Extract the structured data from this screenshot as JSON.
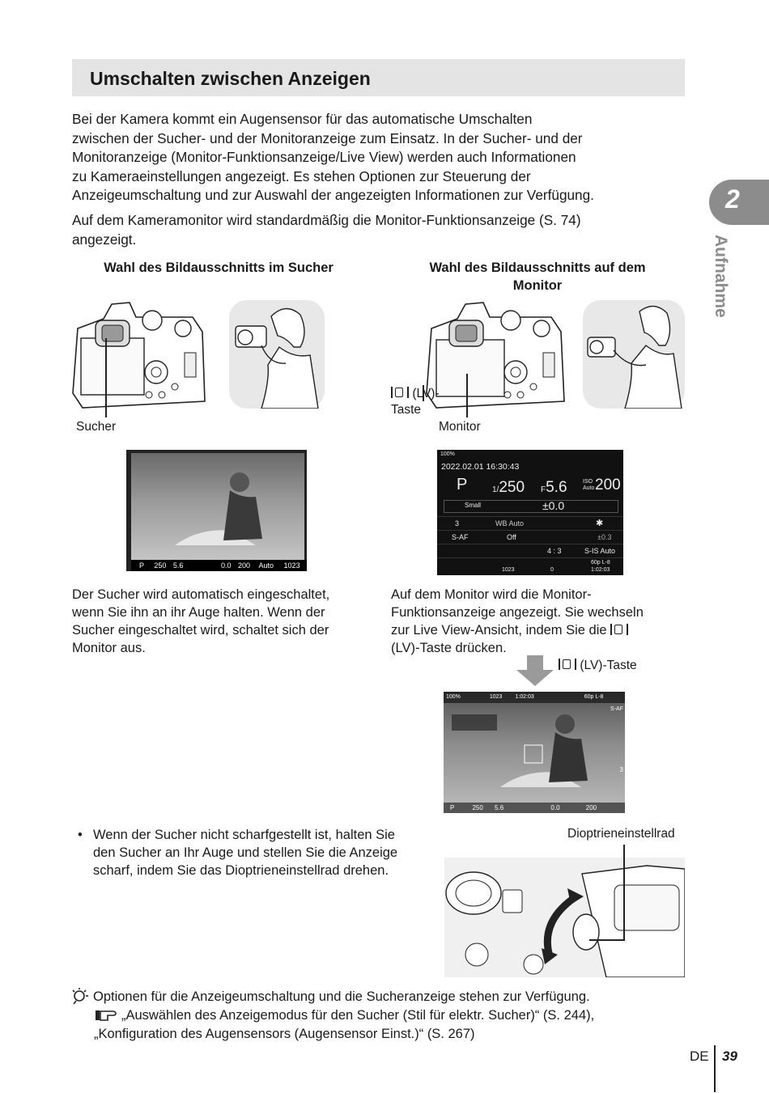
{
  "header": {
    "title": "Umschalten zwischen Anzeigen"
  },
  "intro": {
    "p1": [
      "Bei der Kamera kommt ein Augensensor für das automatische Umschalten",
      "zwischen der Sucher- und der Monitoranzeige zum Einsatz. In der Sucher- und der",
      "Monitoranzeige (Monitor-Funktionsanzeige/Live View) werden auch Informationen",
      "zu Kameraeinstellungen angezeigt. Es stehen Optionen zur Steuerung der",
      "Anzeigeumschaltung und zur Auswahl der angezeigten Informationen zur Verfügung."
    ],
    "p2": [
      "Auf dem Kameramonitor wird standardmäßig die Monitor-Funktionsanzeige (S. 74)",
      "angezeigt."
    ]
  },
  "left": {
    "heading": "Wahl des Bildausschnitts im Sucher",
    "label": "Sucher",
    "evf_bar": {
      "mode": "P",
      "shutter": "250",
      "aperture": "5.6",
      "ev": "0.0",
      "iso": "200",
      "iso_mode": "Auto",
      "shots": "1023"
    },
    "text": [
      "Der Sucher wird automatisch eingeschaltet,",
      "wenn Sie ihn an ihr Auge halten. Wenn der",
      "Sucher eingeschaltet wird, schaltet sich der",
      "Monitor aus."
    ]
  },
  "right": {
    "heading": [
      "Wahl des Bildausschnitts auf dem",
      "Monitor"
    ],
    "lv_button_label": [
      "(LV)-",
      "Taste"
    ],
    "label": "Monitor",
    "scp": {
      "battery": "100%",
      "datetime": "2022.02.01 16:30:43",
      "mode": "P",
      "shutter_prefix": "1/",
      "shutter": "250",
      "aperture_prefix": "F",
      "aperture": "5.6",
      "iso_label_top": "ISO",
      "iso_label_bottom": "Auto",
      "iso": "200",
      "size": "Small",
      "ev": "±0.0",
      "drive": "3",
      "wb": "WB Auto",
      "af": "S-AF",
      "face": "Off",
      "flash_comp": "±0.3",
      "aspect": "4 : 3",
      "is": "S-IS Auto",
      "count1": "1023",
      "count2": "0",
      "video": "60p L-8",
      "rec_time": "1:02:03"
    },
    "text": [
      "Auf dem Monitor wird die Monitor-",
      "Funktionsanzeige angezeigt. Sie wechseln",
      "zur Live View-Ansicht, indem Sie die",
      "(LV)-Taste drücken."
    ],
    "arrow_label": "(LV)-Taste",
    "lv_overlay": {
      "top_left": "100%",
      "top_mid1": "1023",
      "top_mid2": "1:02:03",
      "af": "S-AF",
      "video": "60p L-8",
      "mode": "P",
      "shutter": "250",
      "aperture": "5.6",
      "ev": "0.0",
      "iso": "200",
      "drive": "3"
    }
  },
  "diopter": {
    "bullet": [
      "Wenn der Sucher nicht scharfgestellt ist, halten Sie",
      "den Sucher an Ihr Auge und stellen Sie die Anzeige",
      "scharf, indem Sie das Dioptrieneinstellrad drehen."
    ],
    "label": "Dioptrieneinstellrad"
  },
  "tip": {
    "line1": "Optionen für die Anzeigeumschaltung und die Sucheranzeige stehen zur Verfügung.",
    "line2": "„Auswählen des Anzeigemodus für den Sucher (Stil für elektr. Sucher)“ (S. 244),",
    "line3": "„Konfiguration des Augensensors (Augensensor Einst.)“ (S. 267)"
  },
  "chapter": {
    "number": "2",
    "label": "Aufnahme"
  },
  "footer": {
    "lang": "DE",
    "page": "39"
  }
}
